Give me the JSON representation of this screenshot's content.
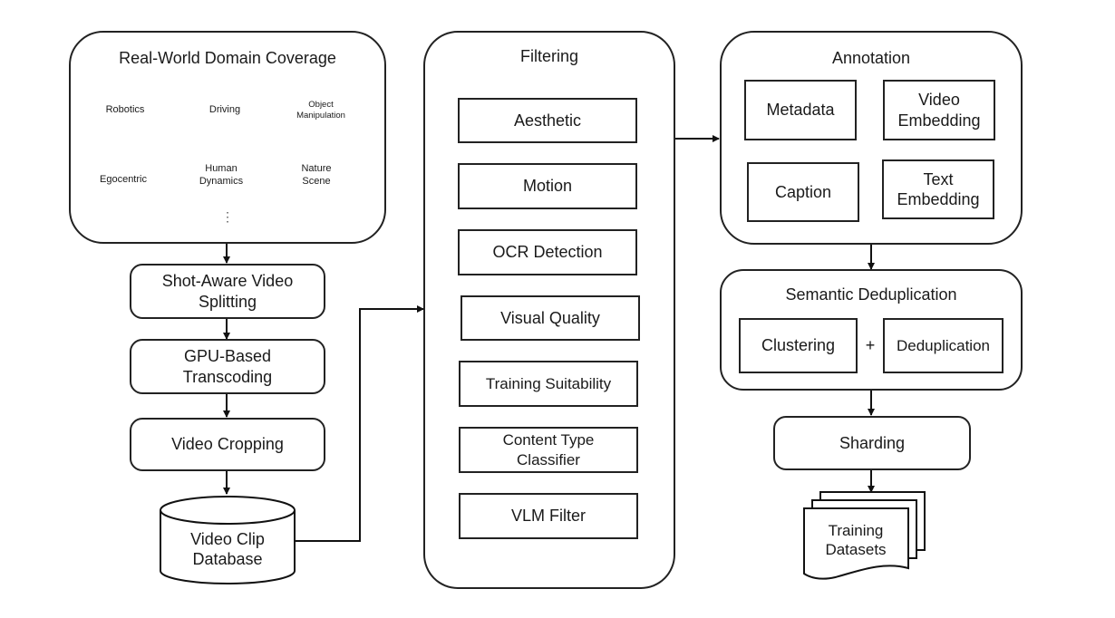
{
  "domain_coverage": {
    "title": "Real-World Domain Coverage",
    "domains": [
      "Robotics",
      "Driving",
      "Object\nManipulation",
      "Egocentric",
      "Human\nDynamics",
      "Nature\nScene"
    ],
    "ellipsis": "⋮"
  },
  "pipeline_left": {
    "steps": [
      "Shot-Aware Video\nSplitting",
      "GPU-Based\nTranscoding",
      "Video Cropping"
    ],
    "database": "Video Clip\nDatabase"
  },
  "filtering": {
    "title": "Filtering",
    "filters": [
      "Aesthetic",
      "Motion",
      "OCR Detection",
      "Visual Quality",
      "Training Suitability",
      "Content Type\nClassifier",
      "VLM Filter"
    ]
  },
  "annotation": {
    "title": "Annotation",
    "items": [
      "Metadata",
      "Video\nEmbedding",
      "Caption",
      "Text\nEmbedding"
    ]
  },
  "semantic_dedup": {
    "title": "Semantic Deduplication",
    "left": "Clustering",
    "operator": "+",
    "right": "Deduplication"
  },
  "sharding": {
    "label": "Sharding"
  },
  "output": {
    "label": "Training\nDatasets"
  }
}
